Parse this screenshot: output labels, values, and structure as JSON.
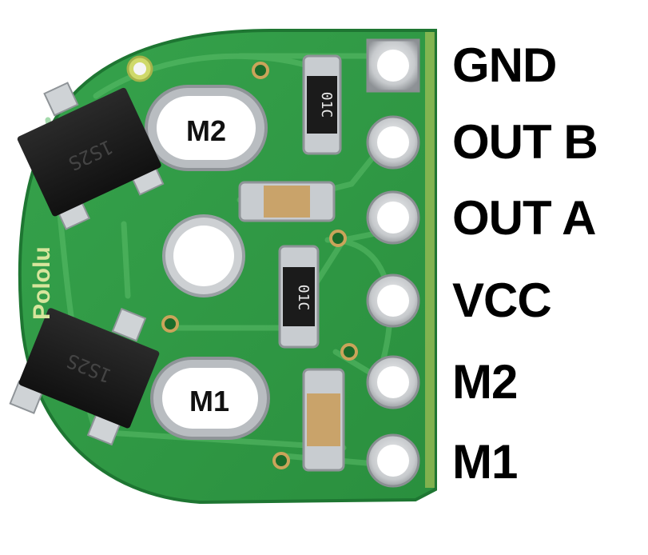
{
  "pcb": {
    "silkscreen_brand": "Pololu",
    "slot_labels": {
      "top": "M2",
      "bottom": "M1"
    },
    "resistor_marking": "01C",
    "sensor_markings": {
      "top": "1S2S",
      "bottom": "1S2S"
    }
  },
  "pin_labels": [
    "GND",
    "OUT B",
    "OUT A",
    "VCC",
    "M2",
    "M1"
  ],
  "colors": {
    "board": "#2f9a44",
    "board_edge": "#1f7a33",
    "trace": "#57b765",
    "silk": "#d8e6a0",
    "copper": "#c9ccd0",
    "chip": "#1d1d1d"
  }
}
